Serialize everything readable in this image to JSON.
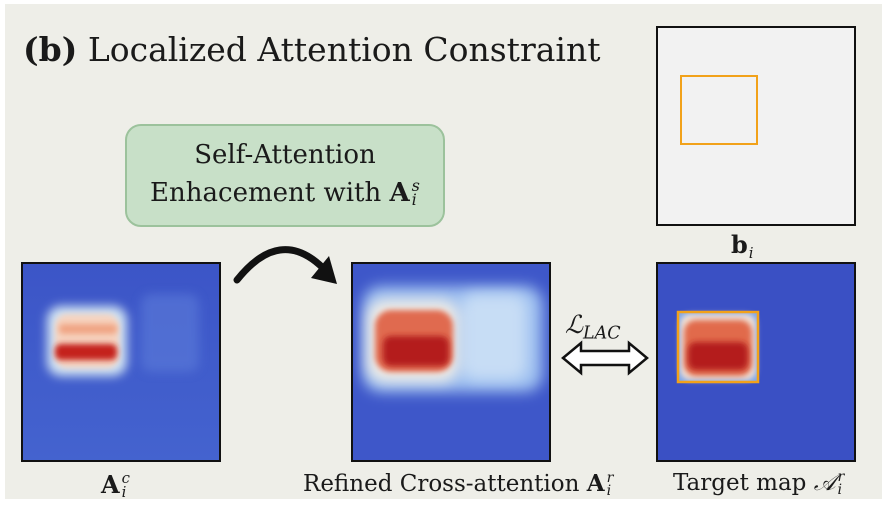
{
  "title": {
    "letter": "(b)",
    "text": "Localized Attention Constraint"
  },
  "self_attention_box": {
    "line1": "Self-Attention",
    "line2": "Enhacement with",
    "math_base": "A",
    "math_sup": "s",
    "math_sub": "i"
  },
  "bbox_panel": {
    "caption_base": "b",
    "caption_sub": "i"
  },
  "maps": {
    "cross_attention": {
      "caption_base": "A",
      "caption_sup": "c",
      "caption_sub": "i"
    },
    "refined": {
      "caption_prefix": "Refined Cross-attention",
      "caption_base": "A",
      "caption_sup": "r",
      "caption_sub": "i"
    },
    "target": {
      "caption_prefix": "Target map",
      "caption_base": "𝒜",
      "caption_sup": "r",
      "caption_sub": "i"
    }
  },
  "loss": {
    "symbol": "ℒ",
    "sub": "LAC"
  },
  "colors": {
    "background": "#eeeee8",
    "box_fill": "#c8e0c8",
    "box_border": "#9cc29c",
    "bbox_outline": "#f2a21a",
    "heatmap_low": "#3d55c4",
    "heatmap_high": "#c4231e"
  }
}
